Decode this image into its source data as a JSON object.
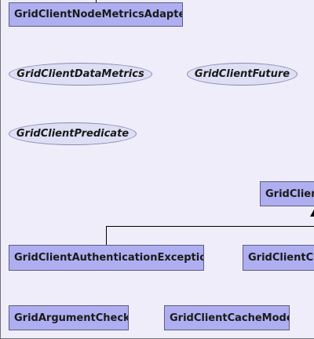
{
  "diagram": {
    "class_boxes": {
      "node_metrics_adapter": "GridClientNodeMetricsAdapter",
      "right_top": "GridClientConnection",
      "auth_exception": "GridClientAuthenticationException",
      "right_bottom": "GridClientClosedException",
      "argument_check": "GridArgumentCheck",
      "cache_mode": "GridClientCacheMode"
    },
    "interfaces": {
      "data_metrics": "GridClientDataMetrics",
      "future": "GridClientFuture",
      "predicate": "GridClientPredicate"
    }
  }
}
